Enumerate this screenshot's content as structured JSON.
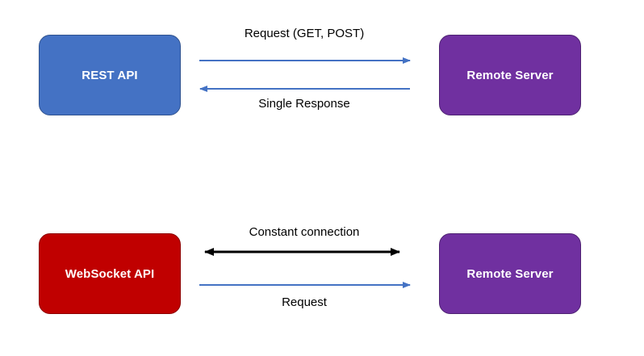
{
  "colors": {
    "rest": "#4472C4",
    "rest_border": "#2F528F",
    "websocket": "#C00000",
    "websocket_border": "#8C0000",
    "server": "#7030A0",
    "server_border": "#4E2272",
    "arrow_blue": "#4472C4",
    "arrow_black": "#000000"
  },
  "rest_section": {
    "client_label": "REST API",
    "server_label": "Remote Server",
    "request_label": "Request (GET, POST)",
    "response_label": "Single Response"
  },
  "websocket_section": {
    "client_label": "WebSocket API",
    "server_label": "Remote Server",
    "connection_label": "Constant connection",
    "request_label": "Request"
  }
}
